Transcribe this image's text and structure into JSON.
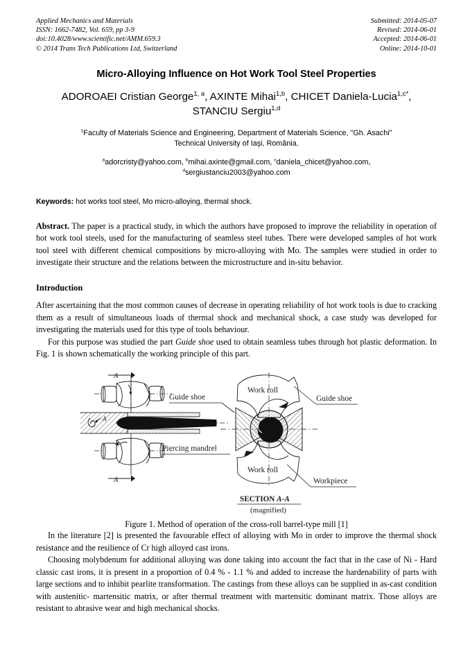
{
  "journal_header": {
    "left_lines": [
      "Applied Mechanics and Materials",
      "ISSN: 1662-7482, Vol. 659, pp 3-9",
      "doi:10.4028/www.scientific.net/AMM.659.3",
      "© 2014 Trans Tech Publications Ltd, Switzerland"
    ],
    "right_lines": [
      "Submitted: 2014-05-07",
      "Revised: 2014-06-01",
      "Accepted: 2014-06-01",
      "Online: 2014-10-01"
    ]
  },
  "title": "Micro-Alloying Influence on Hot Work Tool Steel Properties",
  "authors": {
    "line1_parts": [
      {
        "name": "ADOROAEI Cristian George",
        "sup": "1, a",
        "sep": ", "
      },
      {
        "name": "AXINTE Mihai",
        "sup": "1,b",
        "sep": ", "
      },
      {
        "name": "CHICET Daniela-Lucia",
        "sup": "1,c*",
        "sep": ","
      }
    ],
    "line2_parts": [
      {
        "name": "STANCIU Sergiu",
        "sup": "1,d",
        "sep": ""
      }
    ]
  },
  "affiliation": {
    "sup": "1",
    "line1": "Faculty of Materials Science and Engineering, Department of Materials Science, \"Gh. Asachi\"",
    "line2": "Technical University of Iaşi, România."
  },
  "emails": [
    {
      "sup": "a",
      "address": "adorcristy@yahoo.com",
      "sep": ", "
    },
    {
      "sup": "b",
      "address": "mihai.axinte@gmail.com",
      "sep": ", "
    },
    {
      "sup": "c",
      "address": "daniela_chicet@yahoo.com",
      "sep": ","
    },
    {
      "sup": "d",
      "address": "sergiustanciu2003@yahoo.com",
      "sep": ""
    }
  ],
  "keywords": {
    "label": "Keywords:",
    "value": " hot works tool steel, Mo micro-alloying, thermal shock."
  },
  "abstract": {
    "label": "Abstract.",
    "text": " The paper is a practical study, in which the authors have proposed to improve the reliability in operation of hot work tool steels, used for the manufacturing of seamless steel tubes. There were developed samples of hot work tool steel with different chemical compositions by micro-alloying with Mo. The samples were studied in order to investigate their structure and the relations between the microstructure and in-situ behavior."
  },
  "introduction": {
    "heading": "Introduction",
    "paragraph1": "After ascertaining that the most common causes of decrease in operating reliability of hot work tools is due to cracking them as a result of simultaneous loads of thermal shock and mechanical shock, a case study was developed for investigating the materials used for this type of tools behaviour.",
    "paragraph2_before": "For this purpose was studied the part ",
    "paragraph2_italic": "Guide shoe",
    "paragraph2_after": " used to obtain seamless tubes through hot plastic deformation. In Fig. 1 is shown schematically the working principle of this part."
  },
  "figure": {
    "caption": "Figure 1. Method of operation of the cross-roll barrel-type mill [1]",
    "labels": {
      "section_mark_top": "A",
      "section_mark_bottom": "A",
      "guide_shoe_left": "Guide shoe",
      "guide_shoe_right": "Guide shoe",
      "piercing_mandrel": "Piercing mandrel",
      "work_roll_top": "Work roll",
      "work_roll_bottom": "Work roll",
      "workpiece": "Workpiece",
      "section_title": "SECTION A-A",
      "section_subtitle": "(magnified)"
    }
  },
  "after_figure": {
    "paragraph1": "In the literature [2] is presented the favourable effect of alloying with Mo in order to improve the thermal shock resistance and the resilience of Cr high alloyed cast irons.",
    "paragraph2": "Choosing molybdenum for additional alloying was done taking into account the fact that in the case of Ni - Hard classic cast irons, it is present in a proportion of 0.4 % - 1.1 % and added to increase the hardenability of parts with large sections and to inhibit pearlite transformation. The castings from these alloys can be supplied in as-cast condition with austenitic- martensitic matrix, or after thermal treatment with martensitic dominant matrix. Those alloys are resistant to abrasive wear and high mechanical shocks."
  },
  "colors": {
    "text": "#000000",
    "page_background": "#ffffff",
    "figure_ink": "#1a1a1a"
  }
}
